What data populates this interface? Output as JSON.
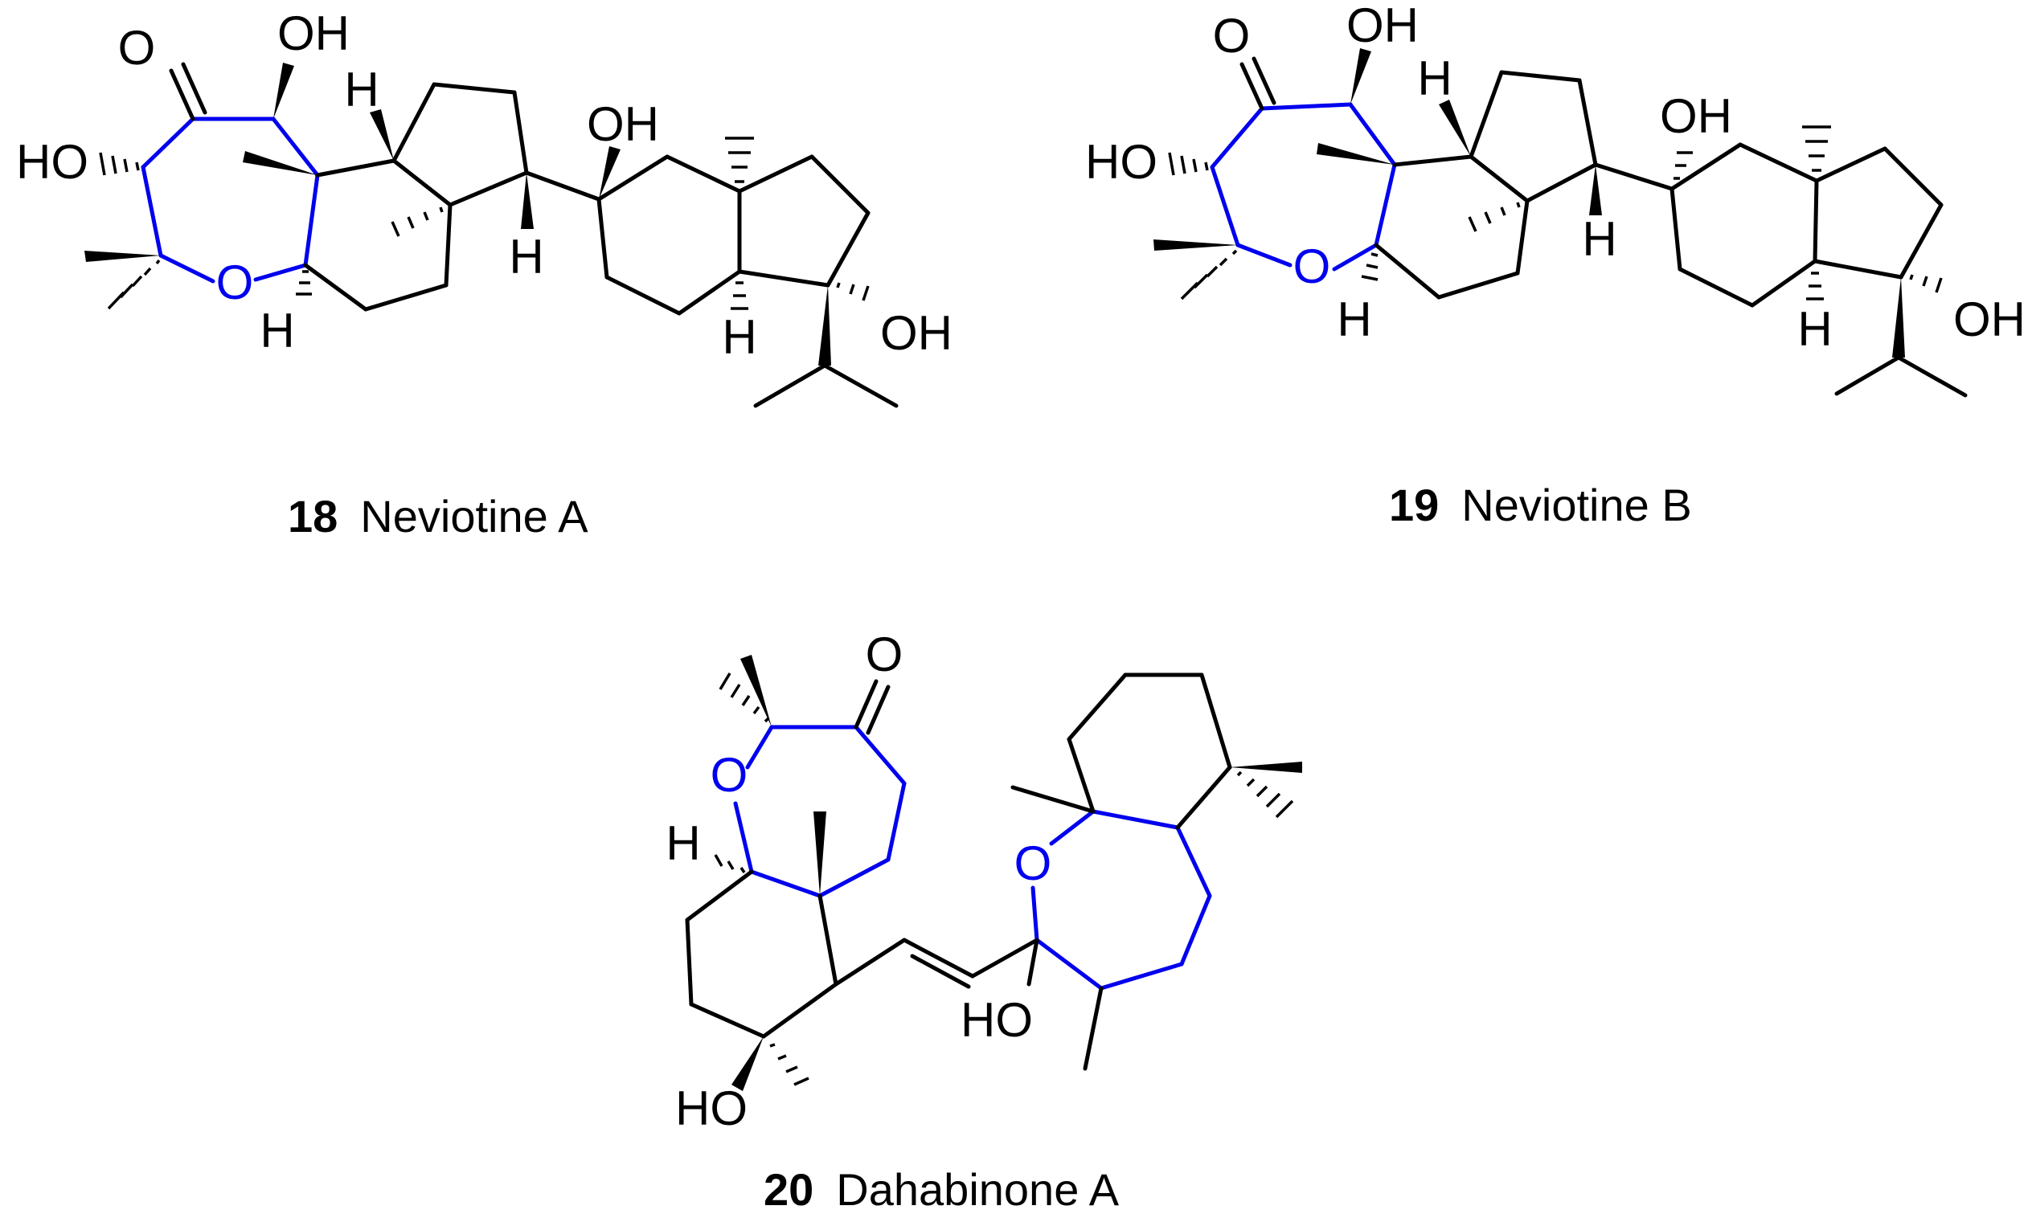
{
  "compounds": [
    {
      "number": "18",
      "name": "Neviotine A"
    },
    {
      "number": "19",
      "name": "Neviotine B"
    },
    {
      "number": "20",
      "name": "Dahabinone A"
    }
  ],
  "atom_labels": {
    "O": "O",
    "OH": "OH",
    "HO": "HO",
    "H": "H"
  },
  "colors": {
    "bond": "#000000",
    "highlight_ring": "#0000ee",
    "background": "#ffffff"
  }
}
